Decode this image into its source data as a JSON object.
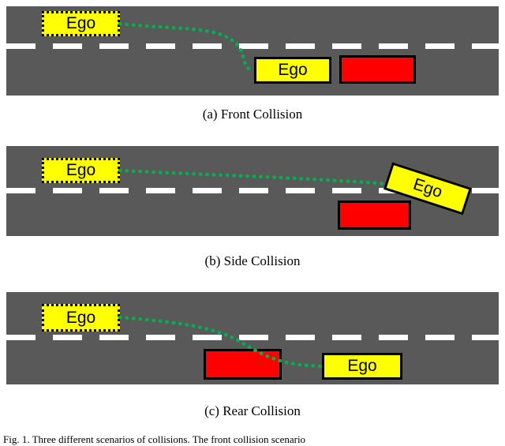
{
  "figure": {
    "panels": [
      {
        "caption": "(a) Front Collision",
        "ego_start_label": "Ego",
        "ego_end_label": "Ego"
      },
      {
        "caption": "(b) Side Collision",
        "ego_start_label": "Ego",
        "ego_end_label": "Ego"
      },
      {
        "caption": "(c) Rear Collision",
        "ego_start_label": "Ego",
        "ego_end_label": "Ego"
      }
    ],
    "fig_caption": "Fig. 1.   Three different scenarios of collisions. The front collision scenario",
    "colors": {
      "road": "#595959",
      "lane_line": "#ffffff",
      "ego": "#ffff00",
      "other_vehicle": "#ff0000",
      "trajectory": "#00b050",
      "vehicle_border": "#000000"
    }
  }
}
